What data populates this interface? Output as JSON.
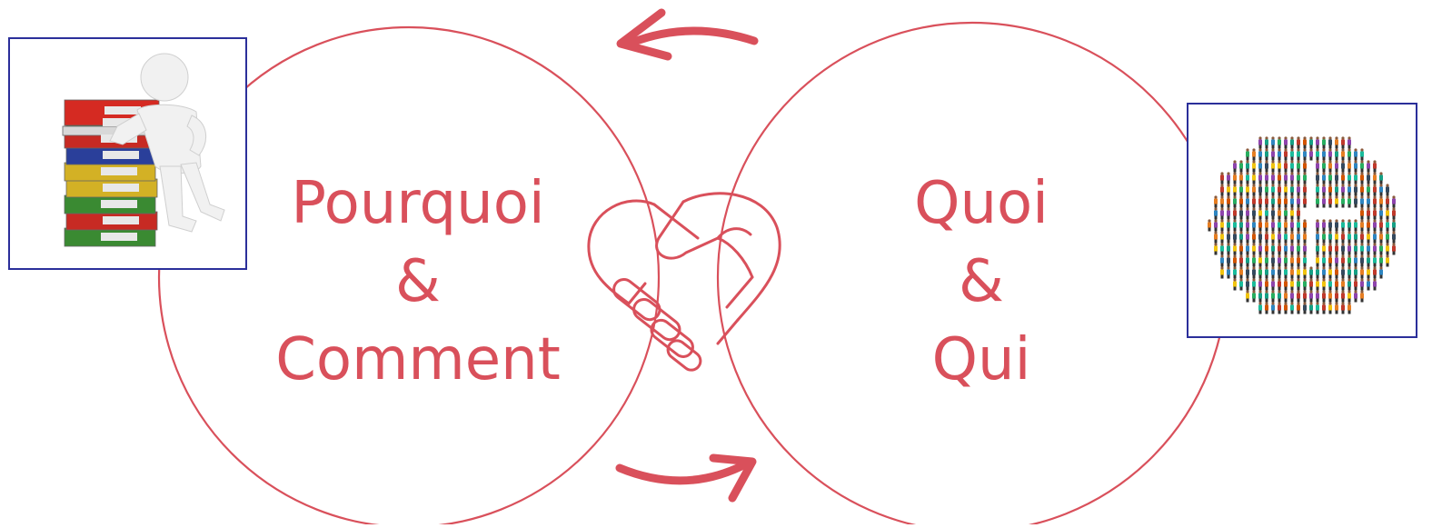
{
  "diagram": {
    "left_circle": {
      "lines": [
        "Pourquoi",
        "&",
        "Comment"
      ]
    },
    "right_circle": {
      "lines": [
        "Quoi",
        "&",
        "Qui"
      ]
    }
  },
  "icons": {
    "center": "handshake-heart-icon",
    "top": "arrow-left-icon",
    "bottom": "arrow-right-icon",
    "left_photo": "person-with-binders-icon",
    "right_photo": "crowd-circle-icon"
  },
  "colors": {
    "accent": "#d9505b",
    "frame": "#2b2f9a",
    "background": "#ffffff"
  }
}
